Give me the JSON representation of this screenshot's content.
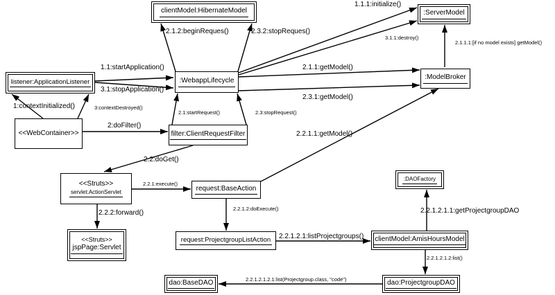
{
  "diagram": {
    "type": "uml-communication-diagram",
    "colors": {
      "background": "#ffffff",
      "stroke": "#000000",
      "text": "#000000"
    },
    "nodes": {
      "hibernate_model": {
        "label": "clientModel:HibernateModel"
      },
      "server_model": {
        "label": ":ServerModel"
      },
      "model_broker": {
        "label": ":ModelBroker"
      },
      "application_listener": {
        "label": "listener:ApplicationListener"
      },
      "webapp_lifecycle": {
        "label": ":WebappLifecycle"
      },
      "web_container": {
        "label": "<<WebContainer>>"
      },
      "client_request_filter": {
        "label": "filter:ClientRequestFilter"
      },
      "action_servlet": {
        "stereotype": "<<Struts>>",
        "label": "servlet:ActionServlet"
      },
      "base_action": {
        "label": "request:BaseAction"
      },
      "jsp_page": {
        "stereotype": "<<Struts>>",
        "label": "jspPage:Servlet"
      },
      "projectgroup_list_action": {
        "label": "request:ProjectgroupListAction"
      },
      "dao_factory": {
        "label": ":DAOFactory"
      },
      "amis_hours_model": {
        "label": "clientModel:AmisHoursModel"
      },
      "projectgroup_dao": {
        "label": "dao:ProjectgroupDAO"
      },
      "base_dao": {
        "label": "dao:BaseDAO"
      }
    },
    "edge_labels": {
      "initialize": "1.1.1:initialize()",
      "begin_request": "2.1.2:beginReques()",
      "stop_request_232": "2.3.2:stopReques()",
      "destroy": "3.1.1:destroy()",
      "no_model_get_model": "2.1.1.1:[if no model exists] getModel()",
      "start_application": "1.1:startApplication()",
      "stop_application": "3.1:stopApplication()",
      "context_initialized": "1:contextInitialized()",
      "context_destroyed": "3:contextDestroyed()",
      "do_filter": "2:doFilter()",
      "start_request": "2.1:startRequest()",
      "stop_request": "2.3:stopRequest()",
      "get_model_211": "2.1.1:getModel()",
      "get_model_231": "2.3.1:getModel()",
      "get_model_2211": "2.2.1.1:getModel()",
      "do_get": "2.2:doGet()",
      "execute": "2.2.1:execute()",
      "forward": "2.2.2:forward()",
      "do_execute": "2.2.1.2:doExecute()",
      "list_projectgroups": "2.2.1.2.1:listProjectgroups()",
      "get_projectgroup_dao": "2.2.1.2.1.1:getProjectgroupDAO",
      "list": "2.2.1.2.1.2:list()",
      "list_full": "2.2.1.2.1.2.1:list(Projectgroup.class, \"code\")"
    }
  }
}
